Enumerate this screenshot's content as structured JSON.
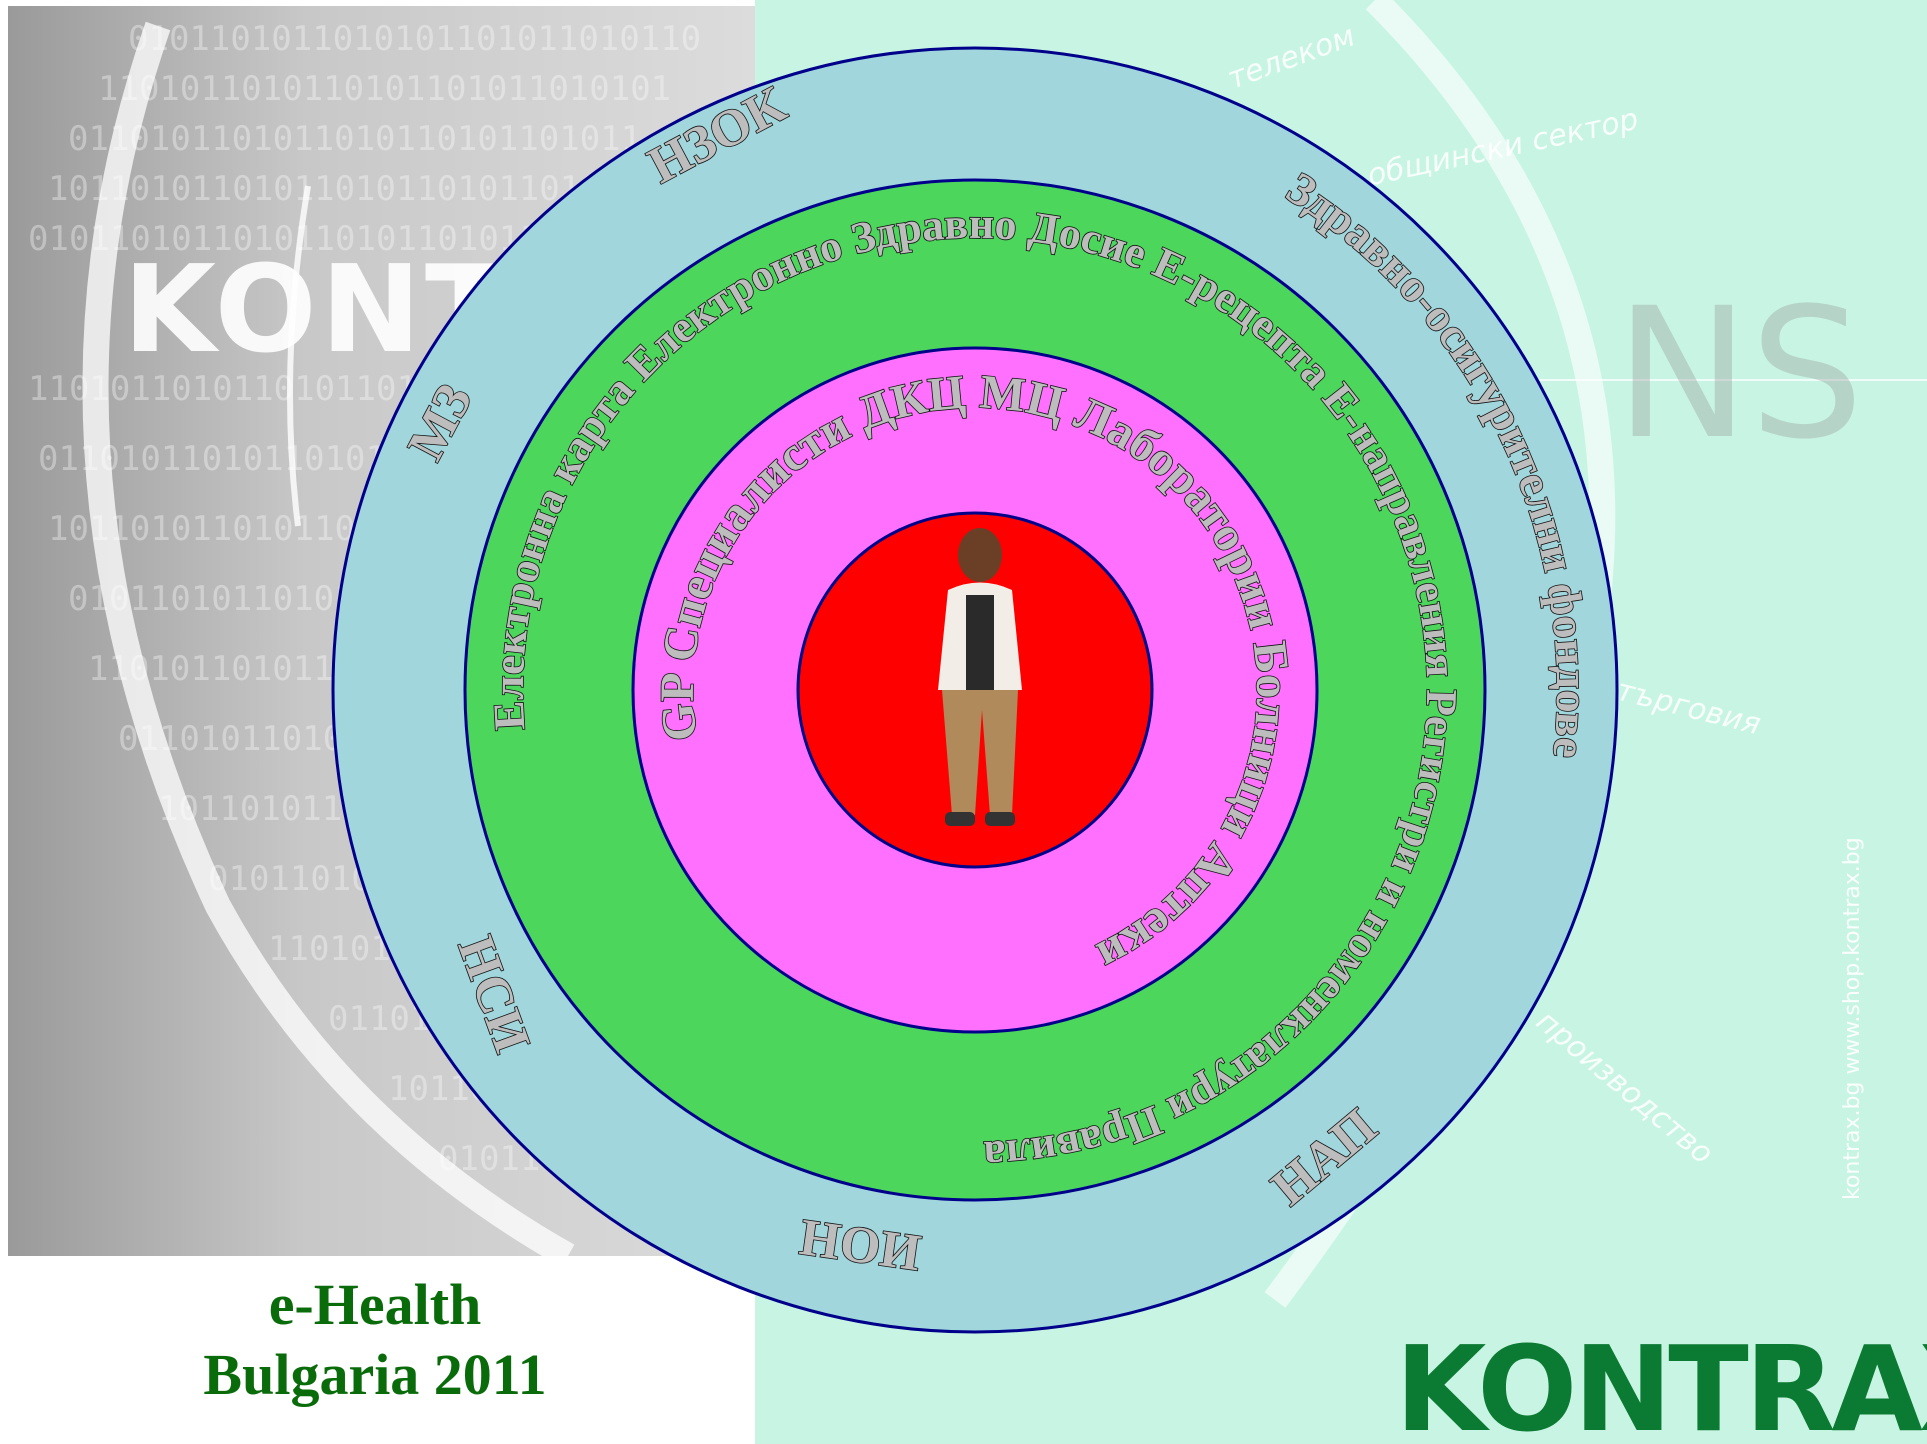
{
  "footer": {
    "line1": "e-Health",
    "line2": "Bulgaria 2011"
  },
  "logo": {
    "text": "KONTRAX"
  },
  "site_url": "kontrax.bg   www.shop.kontrax.bg",
  "watermarks": [
    "телеком",
    "общински сектор",
    "търговия",
    "производство",
    "NS"
  ],
  "background_logo_text": "KONT",
  "rings": {
    "outer": {
      "color": "#a0d6dc",
      "labels": [
        "Здравно-осигурителни фондове",
        "НЗОК",
        "МЗ",
        "НСИ",
        "НОИ",
        "НАП"
      ]
    },
    "second": {
      "color": "#4cd65c",
      "text": "Електронна карта Електронно Здравно Досие Е-рецепта Е-направления Регистри и номенклатури Правила"
    },
    "third": {
      "color": "#ff70ff",
      "text": "GP Специалисти ДКЦ МЦ Лаборатории Болници Аптеки"
    },
    "core": {
      "color": "#ff0000"
    }
  },
  "colors": {
    "ring_stroke": "#00008b",
    "title_green": "#0a6b0a",
    "logo_green": "#0b7a32"
  }
}
